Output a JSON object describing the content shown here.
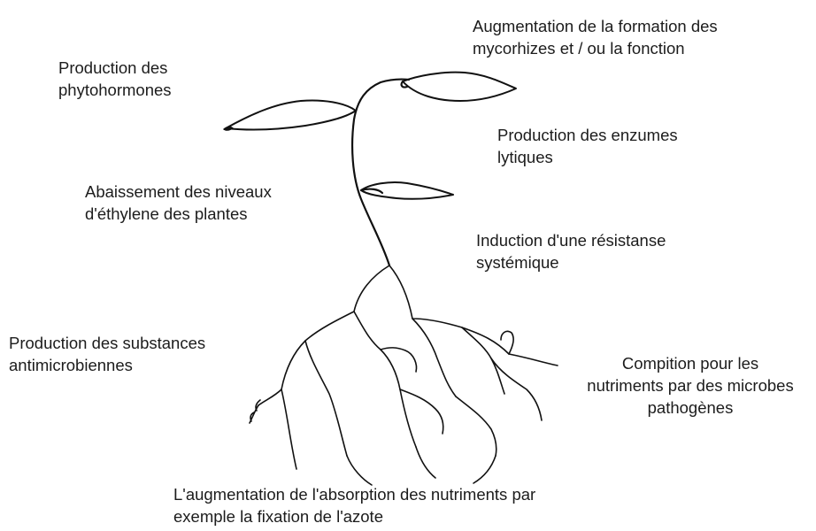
{
  "colors": {
    "background": "#ffffff",
    "text": "#1c1c1c",
    "line": "#111111"
  },
  "labels": {
    "mycorrhizae": {
      "line1": "Augmentation de la formation des",
      "line2": "mycorhizes et / ou la fonction"
    },
    "phytohormones": {
      "line1": "Production des",
      "line2": "phytohormones"
    },
    "enzymes": {
      "line1": "Production des enzumes",
      "line2": "lytiques"
    },
    "ethylene": {
      "line1": "Abaissement des niveaux",
      "line2": "d'éthylene des plantes"
    },
    "resistance": {
      "line1": "Induction d'une résistanse",
      "line2": "systémique"
    },
    "antimicrobial": {
      "line1": "Production des substances",
      "line2": "antimicrobiennes"
    },
    "competition": {
      "line1": "Compition pour les",
      "line2": "nutriments par des microbes",
      "line3": "pathogènes"
    },
    "absorption": {
      "line1": "L'augmentation de l'absorption des nutriments par",
      "line2": "exemple la fixation de l'azote"
    }
  }
}
